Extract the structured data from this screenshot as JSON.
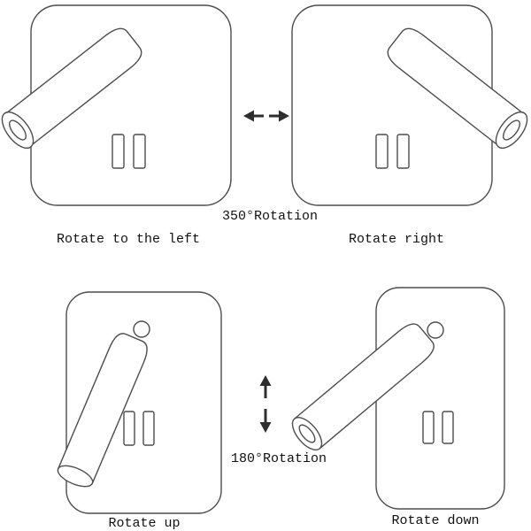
{
  "diagram": {
    "top_left": {
      "label": "Rotate to the left"
    },
    "top_right": {
      "label": "Rotate right"
    },
    "bottom_left": {
      "label": "Rotate up"
    },
    "bottom_right": {
      "label": "Rotate down"
    },
    "horizontal_rotation_label": "350°Rotation",
    "vertical_rotation_label": "180°Rotation"
  },
  "colors": {
    "line": "#4d4d4d",
    "arrow": "#2e2e2e",
    "text": "#111111",
    "background": "#ffffff"
  }
}
